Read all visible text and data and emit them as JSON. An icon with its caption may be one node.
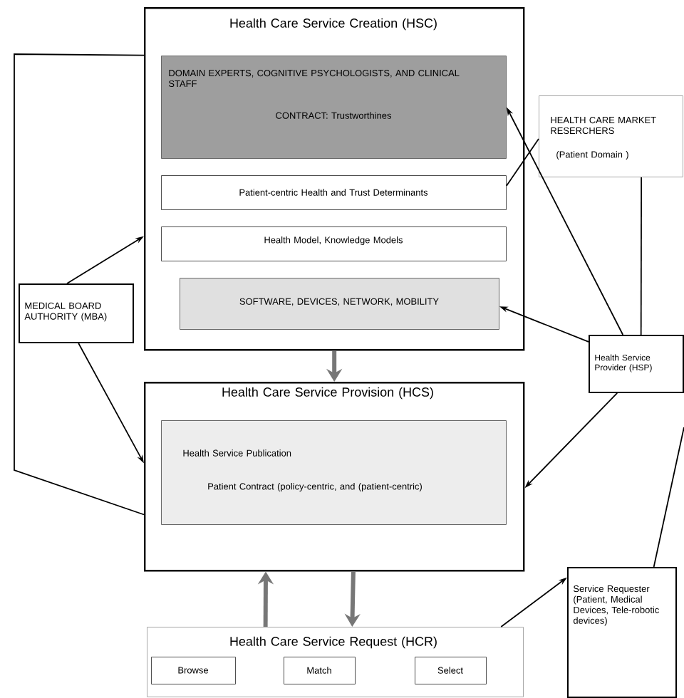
{
  "diagram": {
    "nodes": [
      {
        "text": [
          "Health Care Service Creation (HSC)"
        ]
      },
      {
        "text": [
          "DOMAIN EXPERTS, COGNITIVE PSYCHOLOGISTS, AND CLINICAL STAFF",
          "CONTRACT: Trustworthines"
        ],
        "in": 0
      },
      {
        "text": [
          "Patient-centric Health and Trust Determinants"
        ],
        "in": 0
      },
      {
        "text": [
          "Health Model, Knowledge Models"
        ],
        "in": 0
      },
      {
        "text": [
          "SOFTWARE, DEVICES, NETWORK, MOBILITY"
        ],
        "in": 0
      },
      {
        "text": [
          "HEALTH CARE MARKET RESERCHERS",
          "(Patient Domain )"
        ]
      },
      {
        "text": [
          "MEDICAL BOARD AUTHORITY (MBA)"
        ]
      },
      {
        "text": [
          "Health Service Provider (HSP)"
        ]
      },
      {
        "text": [
          "Health Care Service Provision (HCS)"
        ]
      },
      {
        "text": [
          "Health Service Publication",
          "Patient Contract (policy-centric, and (patient-centric)"
        ],
        "in": 8
      },
      {
        "text": [
          "Health Care Service Request (HCR)"
        ]
      },
      {
        "text": [
          "Browse"
        ],
        "in": 10
      },
      {
        "text": [
          "Match"
        ],
        "in": 10
      },
      {
        "text": [
          "Select"
        ],
        "in": 10
      },
      {
        "text": [
          "Service Requester (Patient, Medical Devices, Tele-robotic devices)"
        ]
      }
    ],
    "edges": [
      {
        "from": 0,
        "to": 8,
        "arrow": "to",
        "style": "thick",
        "color": "#777777"
      },
      {
        "from": 10,
        "to": 8,
        "arrow": "to",
        "style": "thick",
        "color": "#777777"
      },
      {
        "from": 8,
        "to": 10,
        "arrow": "to",
        "style": "thick",
        "color": "#777777"
      },
      {
        "from": 6,
        "to": 0,
        "arrow": "to"
      },
      {
        "from": 6,
        "to": 8,
        "arrow": "to"
      },
      {
        "from": 0,
        "to": 8,
        "arrow": "none"
      },
      {
        "from": 5,
        "to": 2,
        "arrow": "none"
      },
      {
        "from": 5,
        "to": 7,
        "arrow": "none"
      },
      {
        "from": 7,
        "to": 1,
        "arrow": "to"
      },
      {
        "from": 7,
        "to": 4,
        "arrow": "to"
      },
      {
        "from": 7,
        "to": 8,
        "arrow": "to"
      },
      {
        "from": 14,
        "to": null,
        "arrow": "none"
      },
      {
        "from": 10,
        "to": 14,
        "arrow": "to"
      }
    ]
  }
}
